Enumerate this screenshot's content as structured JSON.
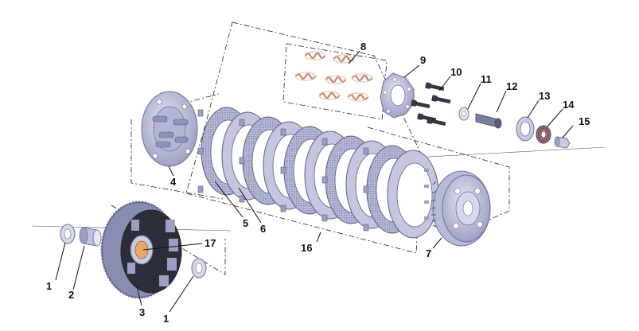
{
  "diagram": {
    "callouts": [
      {
        "id": "c1a",
        "text": "1"
      },
      {
        "id": "c1b",
        "text": "1"
      },
      {
        "id": "c2",
        "text": "2"
      },
      {
        "id": "c3",
        "text": "3"
      },
      {
        "id": "c4",
        "text": "4"
      },
      {
        "id": "c5",
        "text": "5"
      },
      {
        "id": "c6",
        "text": "6"
      },
      {
        "id": "c7",
        "text": "7"
      },
      {
        "id": "c8",
        "text": "8"
      },
      {
        "id": "c9",
        "text": "9"
      },
      {
        "id": "c10",
        "text": "10"
      },
      {
        "id": "c11",
        "text": "11"
      },
      {
        "id": "c12",
        "text": "12"
      },
      {
        "id": "c13",
        "text": "13"
      },
      {
        "id": "c14",
        "text": "14"
      },
      {
        "id": "c15",
        "text": "15"
      },
      {
        "id": "c16",
        "text": "16"
      },
      {
        "id": "c17",
        "text": "17"
      }
    ],
    "colors": {
      "part_fill": "#c9cbe3",
      "part_shade": "#9c9fc2",
      "part_dark": "#6d7098",
      "basket_dark": "#2c2f3a",
      "spring": "#d9a58f",
      "bearing_red": "#c0392b",
      "friction_orange": "#e0a060"
    }
  }
}
